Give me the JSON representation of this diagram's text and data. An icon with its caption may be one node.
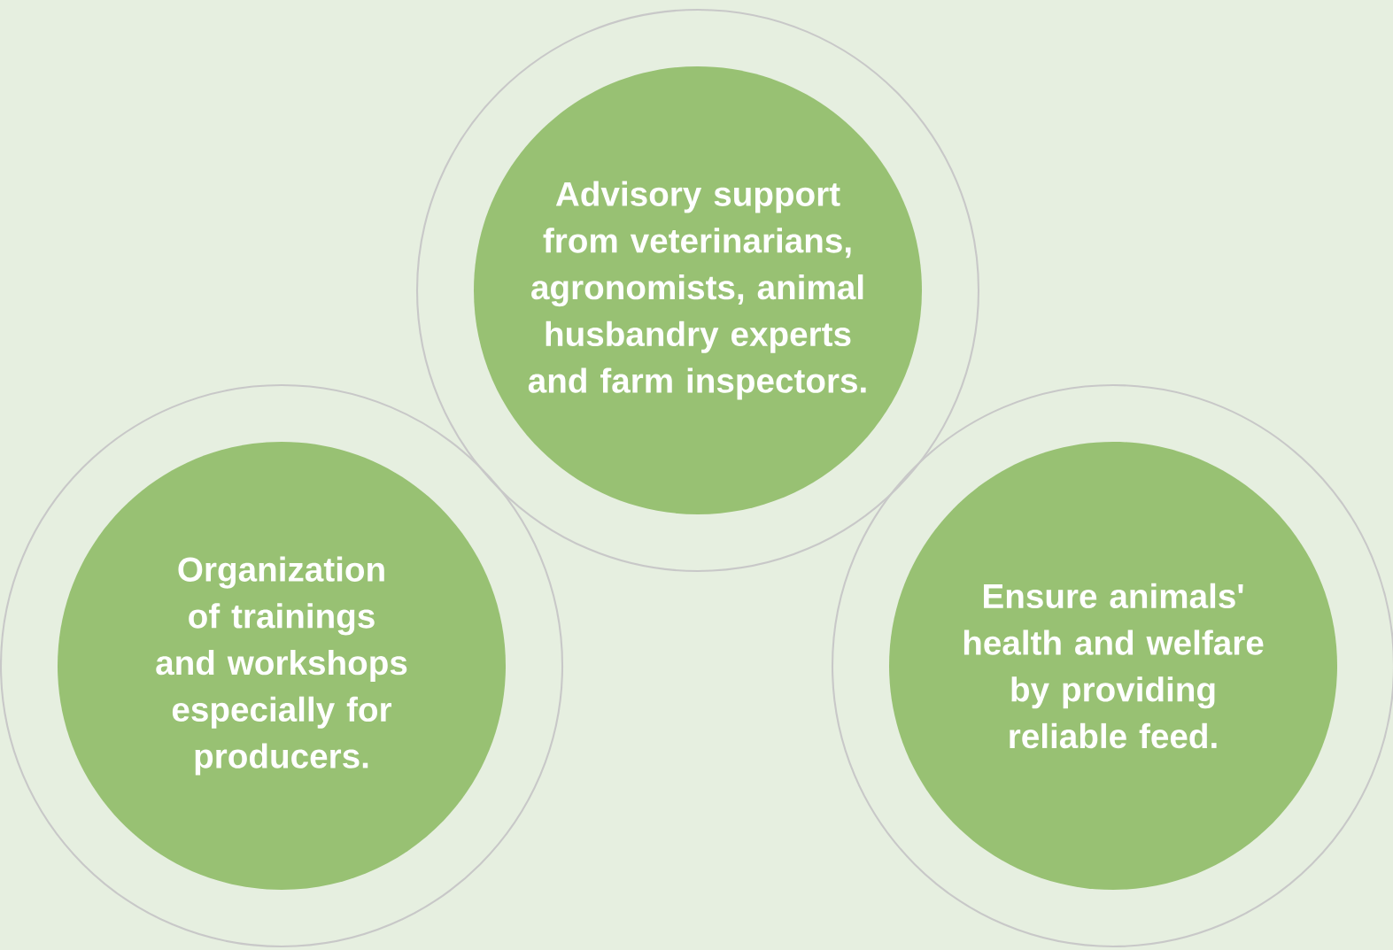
{
  "diagram": {
    "nodes": [
      {
        "text": [
          "Advisory support from veterinarians, agronomists, animal husbandry experts and farm inspectors."
        ]
      },
      {
        "text": [
          "Organization of trainings and workshops especially for producers."
        ]
      },
      {
        "text": [
          "Ensure animals' health and welfare by providing reliable feed."
        ]
      }
    ]
  }
}
